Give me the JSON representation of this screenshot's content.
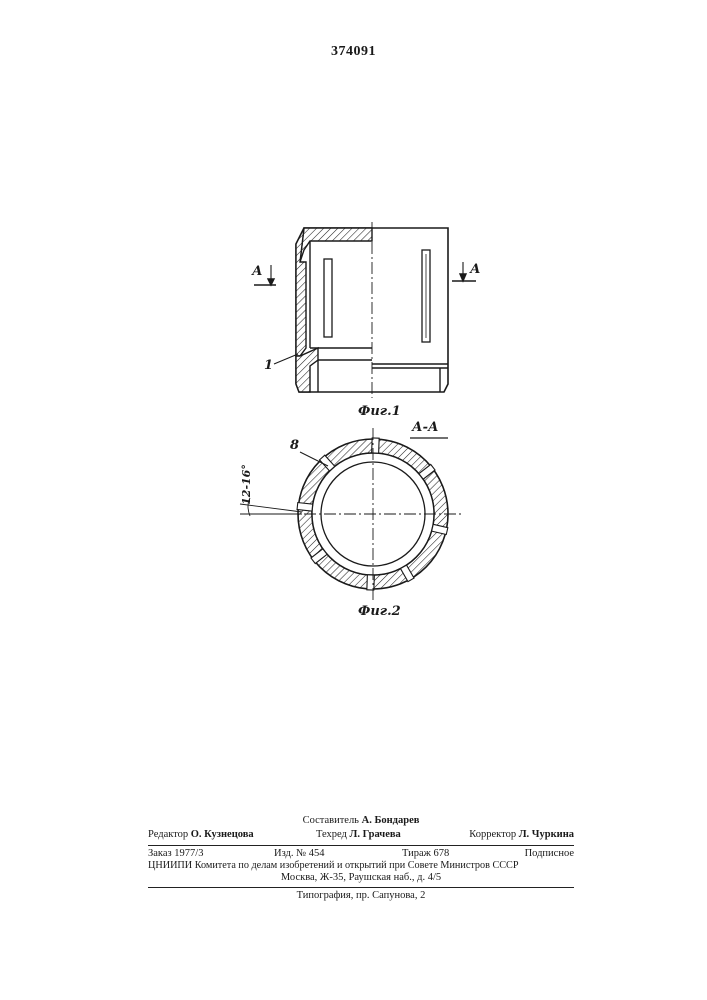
{
  "patent_number": "374091",
  "figures": {
    "fig1": {
      "caption": "Фиг.1",
      "section_marks": [
        "А",
        "А"
      ],
      "part_label": "1"
    },
    "fig2": {
      "caption": "Фиг.2",
      "section_title": "А-А",
      "part_label": "8",
      "angle_label": "12-16°"
    }
  },
  "credits": {
    "compiler": {
      "label": "Составитель",
      "name": "А. Бондарев"
    },
    "editor": {
      "label": "Редактор",
      "name": "О. Кузнецова"
    },
    "techred": {
      "label": "Техред",
      "name": "Л. Грачева"
    },
    "corrector": {
      "label": "Корректор",
      "name": "Л. Чуркина"
    },
    "order": "Заказ 1977/3",
    "edition": "Изд. № 454",
    "print_run": "Тираж 678",
    "subscription": "Подписное",
    "institute": "ЦНИИПИ Комитета по делам изобретений и открытий при Совете Министров СССР",
    "address": "Москва, Ж-35, Раушская наб., д. 4/5",
    "printer": "Типография, пр. Сапунова, 2"
  }
}
